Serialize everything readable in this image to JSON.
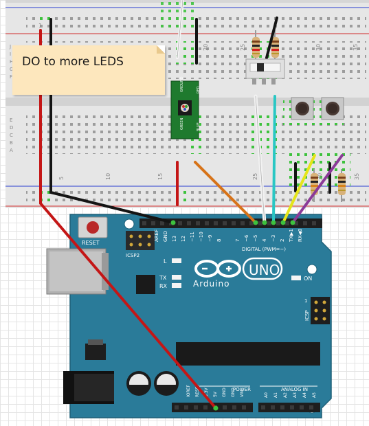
{
  "note": {
    "text": "DO to more LEDS"
  },
  "breadboard": {
    "rows_top": [
      "J",
      "I",
      "H",
      "G",
      "F"
    ],
    "rows_bottom": [
      "E",
      "D",
      "C",
      "B",
      "A"
    ],
    "column_numbers_top": [
      "1",
      "20",
      "25",
      "30",
      "35"
    ],
    "column_numbers_bottom": [
      "5",
      "10",
      "15",
      "25",
      "30",
      "35"
    ]
  },
  "rgb_module": {
    "labels": [
      "GROUND",
      "RED",
      "GREEN",
      "BLUE"
    ]
  },
  "arduino": {
    "name": "Arduino",
    "model": "UNO",
    "buttons": {
      "reset": "RESET"
    },
    "icsp2": "ICSP2",
    "icsp": "ICSP",
    "digital_label": "DIGITAL (PWM=~)",
    "digital_pins": [
      "AREF",
      "GND",
      "13",
      "12",
      "~11",
      "~10",
      "~9",
      "8",
      "7",
      "~6",
      "~5",
      "4",
      "~3",
      "2",
      "TX▶1",
      "RX◀0"
    ],
    "leds": {
      "l": "L",
      "tx": "TX",
      "rx": "RX",
      "on": "ON"
    },
    "power_label": "POWER",
    "power_pins": [
      "IOREF",
      "RESET",
      "3.3V",
      "5V",
      "GND",
      "GND",
      "VIN"
    ],
    "analog_label": "ANALOG IN",
    "analog_pins": [
      "A0",
      "A1",
      "A2",
      "A3",
      "A4",
      "A5"
    ],
    "icsp_pin_label": "1"
  },
  "colors": {
    "board": "#2a7b99",
    "breadboard": "#e8e8e8",
    "wire_red": "#c41616",
    "wire_black": "#141414",
    "wire_orange": "#d77319",
    "wire_white": "#f2f2f2",
    "wire_cyan": "#29c7c4",
    "wire_yellow": "#e5e51a",
    "wire_purple": "#8b3a98",
    "module": "#1f7a2e"
  }
}
